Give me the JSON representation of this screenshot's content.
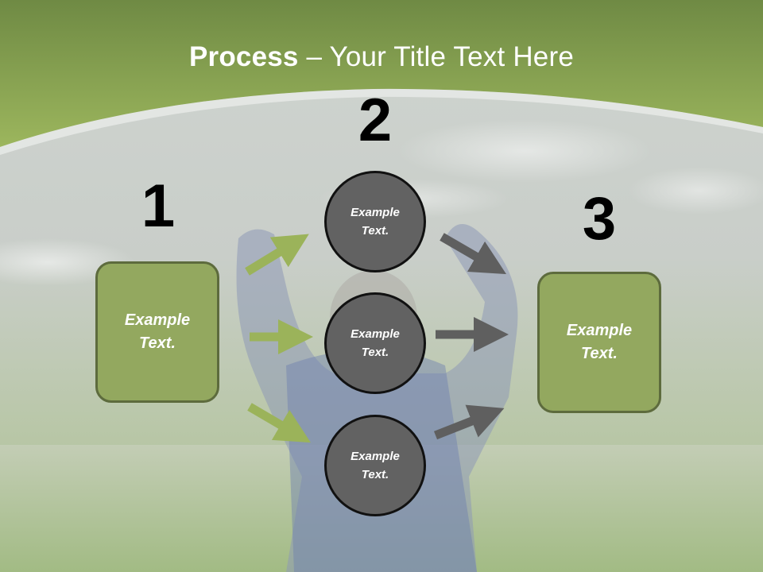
{
  "slide": {
    "title_bold": "Process",
    "title_rest": "– Your Title Text Here"
  },
  "steps": [
    {
      "number": "1",
      "text": "Example Text."
    },
    {
      "number": "2",
      "text": "Example Text."
    },
    {
      "number": "3",
      "text": "Example Text."
    }
  ],
  "circles": [
    {
      "text": "Example Text."
    },
    {
      "text": "Example Text."
    },
    {
      "text": "Example Text."
    }
  ],
  "colors": {
    "header_green": "#8fa956",
    "box_fill": "#93a85f",
    "box_border": "#5d6b3d",
    "circle_fill": "#626262",
    "green_arrow": "#9bb35a",
    "gray_arrow": "#5f5f5f"
  }
}
